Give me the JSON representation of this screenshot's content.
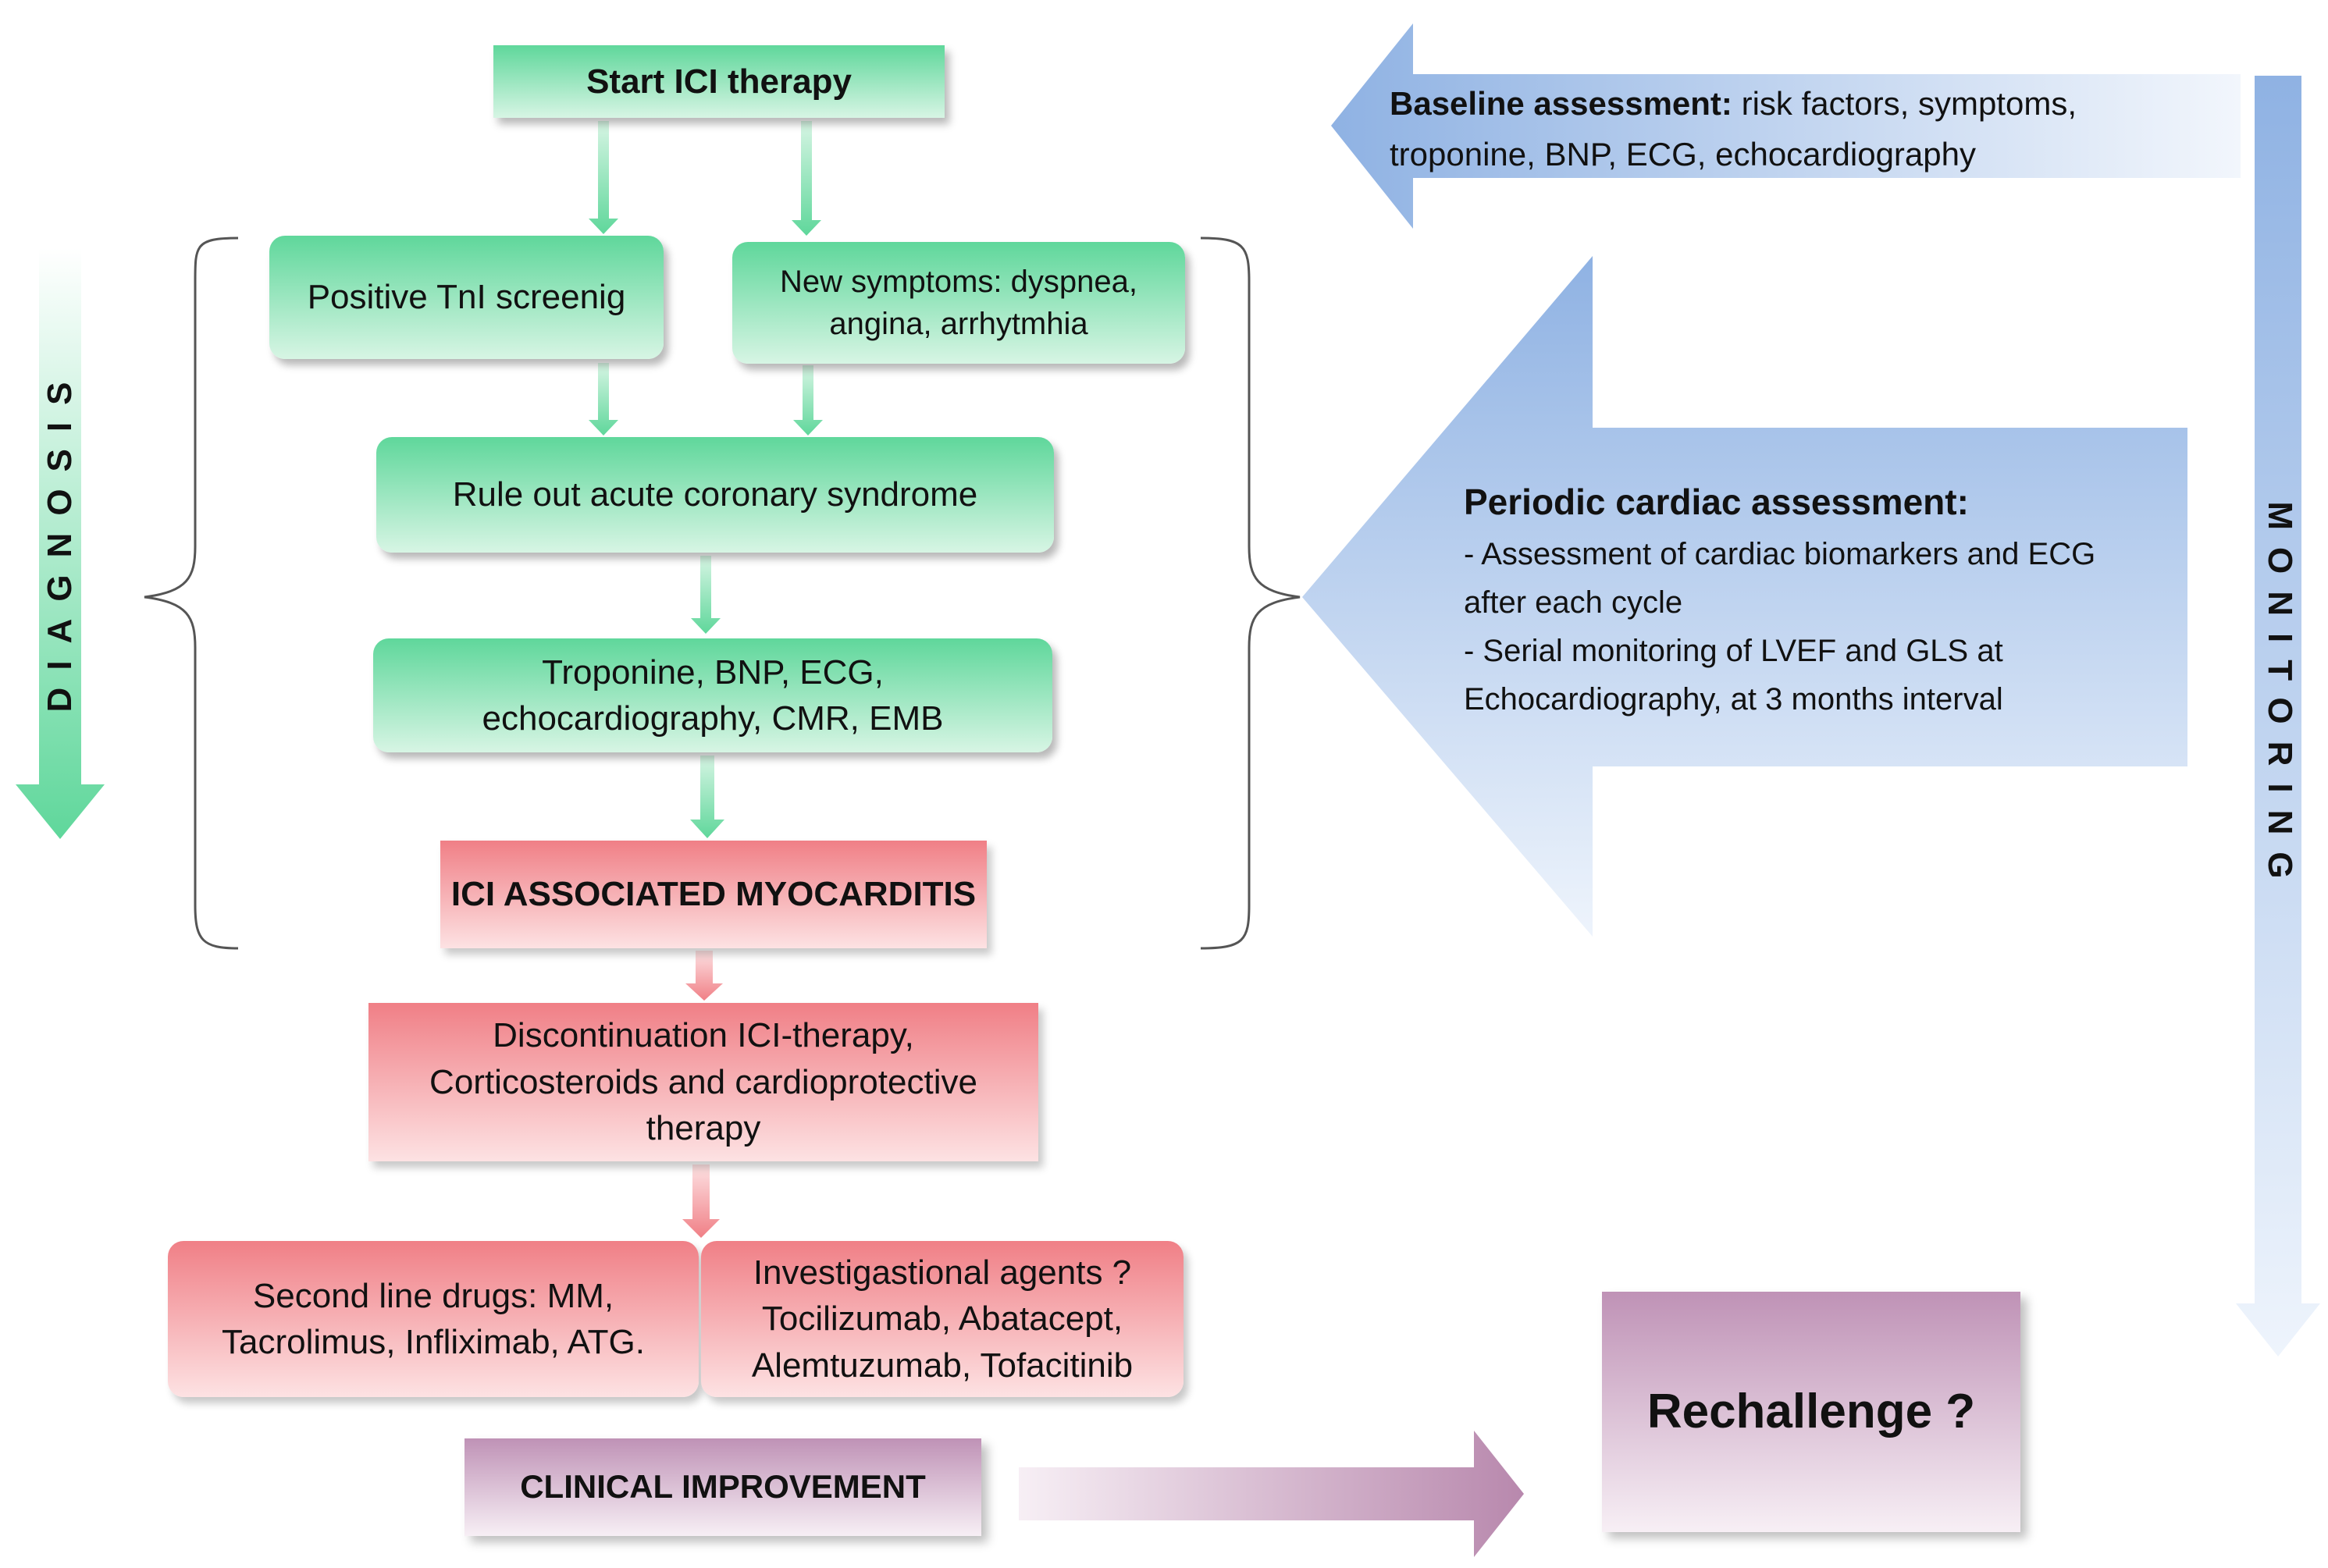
{
  "colors": {
    "green": "#5fd79b",
    "red": "#f07f86",
    "purple": "#bf92b6",
    "blue": "#8fb2e3"
  },
  "side_labels": {
    "diagnosis": "DIAGNOSIS",
    "monitoring": "MONITORING"
  },
  "boxes": {
    "start": "Start ICI therapy",
    "positive_tni": "Positive TnI screenig",
    "new_symptoms": [
      "New symptoms: dyspnea,",
      "angina, arrhytmhia"
    ],
    "rule_out": "Rule out acute coronary syndrome",
    "tests": [
      "Troponine, BNP, ECG,",
      "echocardiography, CMR, EMB"
    ],
    "myocarditis": "ICI ASSOCIATED MYOCARDITIS",
    "discontinuation": [
      "Discontinuation ICI-therapy,",
      "Corticosteroids and cardioprotective",
      "therapy"
    ],
    "second_line": [
      "Second line drugs: MM,",
      "Tacrolimus, Infliximab, ATG."
    ],
    "investigational": [
      "Investigastional agents ?",
      "Tocilizumab, Abatacept,",
      "Alemtuzumab, Tofacitinib"
    ],
    "clinical_improvement": "CLINICAL IMPROVEMENT",
    "rechallenge": "Rechallenge ?"
  },
  "baseline": {
    "title": "Baseline assessment:",
    "text_1": " risk factors, symptoms,",
    "text_2": "troponine, BNP, ECG, echocardiography"
  },
  "periodic": {
    "title": "Periodic cardiac assessment:",
    "lines": [
      "- Assessment  of cardiac biomarkers and ECG",
      "after each cycle",
      "- Serial monitoring of LVEF and GLS at",
      "Echocardiography, at 3 months interval"
    ]
  }
}
